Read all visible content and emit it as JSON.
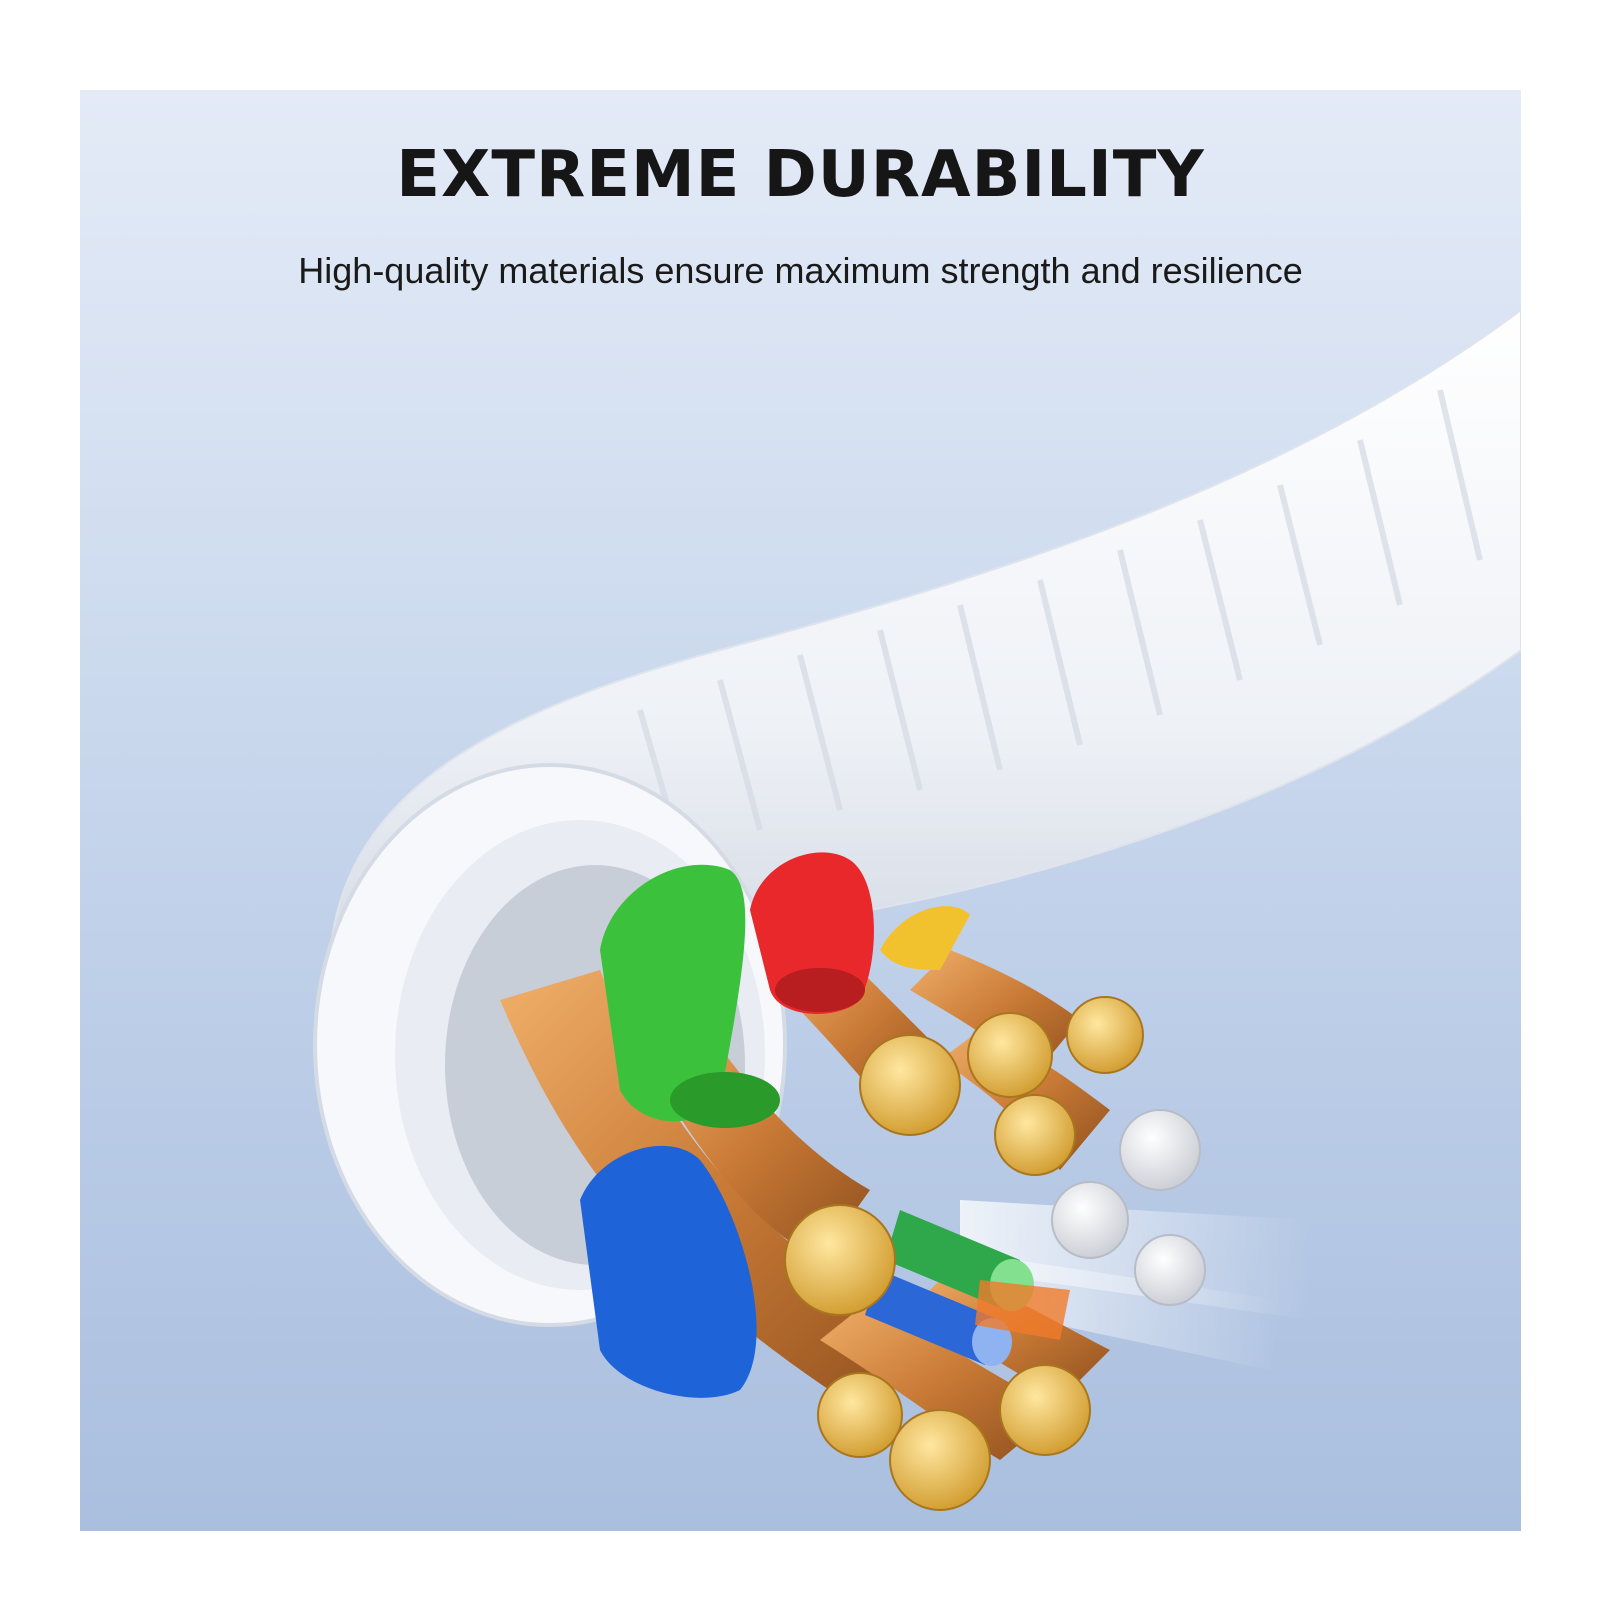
{
  "headline": "EXTREME DURABILITY",
  "subheadline": "High-quality materials ensure maximum strength and resilience",
  "colors": {
    "background_top": "#e4ebf7",
    "background_bottom": "#aabfdf",
    "copper": "#d08a45",
    "green_insulation": "#3cc13c",
    "red_insulation": "#e8282a",
    "blue_insulation": "#1f63d8",
    "yellow_insulation": "#f2c12e",
    "braided_sheath": "#f4f6f9"
  },
  "illustration": {
    "subject": "braided cable cross-section",
    "visible_cores": [
      "green",
      "red",
      "yellow",
      "blue",
      "white",
      "copper"
    ]
  }
}
